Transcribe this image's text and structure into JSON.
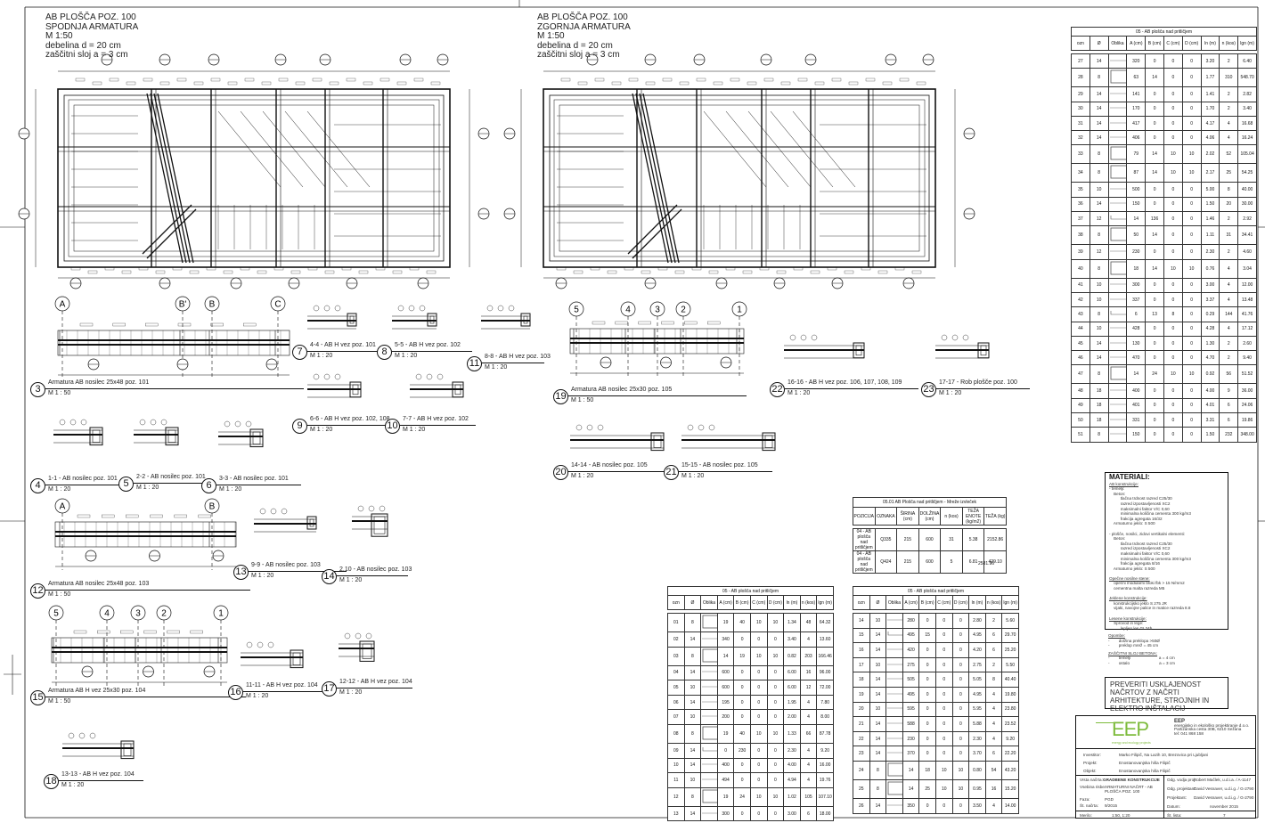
{
  "plans": [
    {
      "lines": [
        "AB PLOŠČA POZ. 100",
        "SPODNJA ARMATURA",
        "M 1:50",
        "debelina d = 20 cm",
        "zaščitni sloj a = 3 cm"
      ]
    },
    {
      "lines": [
        "AB PLOŠČA POZ. 100",
        "ZGORNJA ARMATURA",
        "M 1:50",
        "debelina d = 20 cm",
        "zaščitni sloj a = 3 cm"
      ]
    }
  ],
  "details": [
    {
      "num": "3",
      "title": "Armatura AB nosilec 25x48 poz. 101",
      "scale": "M   1 : 50"
    },
    {
      "num": "4",
      "title": "1-1 - AB nosilec poz. 101",
      "scale": "M   1 : 20"
    },
    {
      "num": "5",
      "title": "2-2 - AB nosilec poz. 101",
      "scale": "M   1 : 20"
    },
    {
      "num": "6",
      "title": "3-3 - AB nosilec poz. 101",
      "scale": "M   1 : 20"
    },
    {
      "num": "7",
      "title": "4-4 - AB H vez poz. 101",
      "scale": "M   1 : 20"
    },
    {
      "num": "8",
      "title": "5-5 - AB H vez poz. 102",
      "scale": "M   1 : 20"
    },
    {
      "num": "9",
      "title": "6-6 - AB H vez poz. 102, 108",
      "scale": "M   1 : 20"
    },
    {
      "num": "10",
      "title": "7-7 - AB H vez poz. 102",
      "scale": "M   1 : 20"
    },
    {
      "num": "11",
      "title": "8-8 - AB H vez poz. 103",
      "scale": "M   1 : 20"
    },
    {
      "num": "12",
      "title": "Armatura AB nosilec 25x48 poz. 103",
      "scale": "M   1 : 50"
    },
    {
      "num": "13",
      "title": "9-9 - AB nosilec poz. 103",
      "scale": "M   1 : 20"
    },
    {
      "num": "14",
      "title": "2.10 - AB nosilec poz. 103",
      "scale": "M   1 : 20"
    },
    {
      "num": "15",
      "title": "Armatura AB H vez 25x30 poz. 104",
      "scale": "M   1 : 50"
    },
    {
      "num": "16",
      "title": "11-11 - AB H vez poz. 104",
      "scale": "M   1 : 20"
    },
    {
      "num": "17",
      "title": "12-12 - AB H vez poz. 104",
      "scale": "M   1 : 20"
    },
    {
      "num": "18",
      "title": "13-13 - AB H vez poz. 104",
      "scale": "M   1 : 20"
    },
    {
      "num": "19",
      "title": "Armatura AB nosilec 25x30 poz. 105",
      "scale": "M   1 : 50"
    },
    {
      "num": "20",
      "title": "14-14 - AB nosilec poz. 105",
      "scale": "M   1 : 20"
    },
    {
      "num": "21",
      "title": "15-15 - AB nosilec poz. 105",
      "scale": "M   1 : 20"
    },
    {
      "num": "22",
      "title": "16-16 - AB H vez poz. 106, 107, 108, 109",
      "scale": "M   1 : 20"
    },
    {
      "num": "23",
      "title": "17-17 - Rob plošče poz. 100",
      "scale": "M   1 : 20"
    }
  ],
  "axes": {
    "beam101": [
      "A",
      "B'",
      "B",
      "C"
    ],
    "beam103": [
      "A",
      "B"
    ],
    "beam104": [
      "5",
      "4",
      "3",
      "2",
      "1"
    ],
    "beam105": [
      "5",
      "4",
      "3",
      "2",
      "1"
    ]
  },
  "rebar_columns": [
    "ozn",
    "Ø",
    "Oblika",
    "A (cm)",
    "B (cm)",
    "C (cm)",
    "D (cm)",
    "ln (m)",
    "n (kos)",
    "lgn (m)"
  ],
  "rebar_tables": [
    {
      "title": "05 - AB plošča nad pritličjem",
      "rows": [
        [
          "01",
          "8",
          "stirrup",
          "19",
          "40",
          "10",
          "10",
          "1.34",
          "48",
          "64.32"
        ],
        [
          "02",
          "14",
          "bar",
          "340",
          "0",
          "0",
          "0",
          "3.40",
          "4",
          "13.60"
        ],
        [
          "03",
          "8",
          "stirrup",
          "14",
          "19",
          "10",
          "10",
          "0.82",
          "203",
          "166.46"
        ],
        [
          "04",
          "14",
          "bar",
          "600",
          "0",
          "0",
          "0",
          "6.00",
          "16",
          "96.00"
        ],
        [
          "05",
          "10",
          "bar",
          "600",
          "0",
          "0",
          "0",
          "6.00",
          "12",
          "72.00"
        ],
        [
          "06",
          "14",
          "bar",
          "195",
          "0",
          "0",
          "0",
          "1.95",
          "4",
          "7.80"
        ],
        [
          "07",
          "10",
          "bar",
          "200",
          "0",
          "0",
          "0",
          "2.00",
          "4",
          "8.00"
        ],
        [
          "08",
          "8",
          "stirrup",
          "19",
          "40",
          "10",
          "10",
          "1.33",
          "66",
          "87.78"
        ],
        [
          "09",
          "14",
          "hook",
          "0",
          "230",
          "0",
          "0",
          "2.30",
          "4",
          "9.20"
        ],
        [
          "10",
          "14",
          "bar",
          "400",
          "0",
          "0",
          "0",
          "4.00",
          "4",
          "16.00"
        ],
        [
          "11",
          "10",
          "bar",
          "494",
          "0",
          "0",
          "0",
          "4.94",
          "4",
          "19.76"
        ],
        [
          "12",
          "8",
          "stirrup",
          "19",
          "24",
          "10",
          "10",
          "1.02",
          "105",
          "107.10"
        ],
        [
          "13",
          "14",
          "bar",
          "300",
          "0",
          "0",
          "0",
          "3.00",
          "6",
          "18.00"
        ]
      ]
    },
    {
      "title": "05 - AB plošča nad pritličjem",
      "rows": [
        [
          "14",
          "10",
          "bar",
          "280",
          "0",
          "0",
          "0",
          "2.80",
          "2",
          "5.60"
        ],
        [
          "15",
          "14",
          "hook",
          "495",
          "15",
          "0",
          "0",
          "4.95",
          "6",
          "29.70"
        ],
        [
          "16",
          "14",
          "bar",
          "420",
          "0",
          "0",
          "0",
          "4.20",
          "6",
          "25.20"
        ],
        [
          "17",
          "10",
          "bar",
          "275",
          "0",
          "0",
          "0",
          "2.75",
          "2",
          "5.50"
        ],
        [
          "18",
          "14",
          "bar",
          "505",
          "0",
          "0",
          "0",
          "5.05",
          "8",
          "40.40"
        ],
        [
          "19",
          "14",
          "bar",
          "495",
          "0",
          "0",
          "0",
          "4.95",
          "4",
          "19.80"
        ],
        [
          "20",
          "10",
          "bar",
          "595",
          "0",
          "0",
          "0",
          "5.95",
          "4",
          "23.80"
        ],
        [
          "21",
          "14",
          "bar",
          "588",
          "0",
          "0",
          "0",
          "5.88",
          "4",
          "23.52"
        ],
        [
          "22",
          "14",
          "bar",
          "230",
          "0",
          "0",
          "0",
          "2.30",
          "4",
          "9.20"
        ],
        [
          "23",
          "14",
          "bar",
          "370",
          "0",
          "0",
          "0",
          "3.70",
          "6",
          "22.20"
        ],
        [
          "24",
          "8",
          "stirrup",
          "14",
          "18",
          "10",
          "10",
          "0.80",
          "54",
          "43.20"
        ],
        [
          "25",
          "8",
          "stirrup",
          "14",
          "25",
          "10",
          "10",
          "0.95",
          "16",
          "15.20"
        ],
        [
          "26",
          "14",
          "bar",
          "350",
          "0",
          "0",
          "0",
          "3.50",
          "4",
          "14.00"
        ]
      ]
    },
    {
      "title": "05 - AB plošča nad pritličjem",
      "rows": [
        [
          "27",
          "14",
          "bar",
          "320",
          "0",
          "0",
          "0",
          "3.20",
          "2",
          "6.40"
        ],
        [
          "28",
          "8",
          "stirrup",
          "63",
          "14",
          "0",
          "0",
          "1.77",
          "310",
          "548.70"
        ],
        [
          "29",
          "14",
          "bar",
          "141",
          "0",
          "0",
          "0",
          "1.41",
          "2",
          "2.82"
        ],
        [
          "30",
          "14",
          "bar",
          "170",
          "0",
          "0",
          "0",
          "1.70",
          "2",
          "3.40"
        ],
        [
          "31",
          "14",
          "bar",
          "417",
          "0",
          "0",
          "0",
          "4.17",
          "4",
          "16.68"
        ],
        [
          "32",
          "14",
          "bar",
          "406",
          "0",
          "0",
          "0",
          "4.06",
          "4",
          "16.24"
        ],
        [
          "33",
          "8",
          "stirrup",
          "79",
          "14",
          "10",
          "10",
          "2.02",
          "52",
          "105.04"
        ],
        [
          "34",
          "8",
          "stirrup",
          "87",
          "14",
          "10",
          "10",
          "2.17",
          "25",
          "54.25"
        ],
        [
          "35",
          "10",
          "bar",
          "500",
          "0",
          "0",
          "0",
          "5.00",
          "8",
          "40.00"
        ],
        [
          "36",
          "14",
          "bar",
          "150",
          "0",
          "0",
          "0",
          "1.50",
          "20",
          "30.00"
        ],
        [
          "37",
          "12",
          "hook",
          "14",
          "136",
          "0",
          "0",
          "1.46",
          "2",
          "2.92"
        ],
        [
          "38",
          "8",
          "stirrup",
          "50",
          "14",
          "0",
          "0",
          "1.11",
          "31",
          "34.41"
        ],
        [
          "39",
          "12",
          "bar",
          "230",
          "0",
          "0",
          "0",
          "2.30",
          "2",
          "4.60"
        ],
        [
          "40",
          "8",
          "stirrup",
          "18",
          "14",
          "10",
          "10",
          "0.76",
          "4",
          "3.04"
        ],
        [
          "41",
          "10",
          "bar",
          "300",
          "0",
          "0",
          "0",
          "3.00",
          "4",
          "12.00"
        ],
        [
          "42",
          "10",
          "bar",
          "337",
          "0",
          "0",
          "0",
          "3.37",
          "4",
          "13.48"
        ],
        [
          "43",
          "8",
          "hook",
          "6",
          "13",
          "8",
          "0",
          "0.29",
          "144",
          "41.76"
        ],
        [
          "44",
          "10",
          "bar",
          "428",
          "0",
          "0",
          "0",
          "4.28",
          "4",
          "17.12"
        ],
        [
          "45",
          "14",
          "bar",
          "130",
          "0",
          "0",
          "0",
          "1.30",
          "2",
          "2.60"
        ],
        [
          "46",
          "14",
          "bar",
          "470",
          "0",
          "0",
          "0",
          "4.70",
          "2",
          "9.40"
        ],
        [
          "47",
          "8",
          "stirrup",
          "14",
          "24",
          "10",
          "10",
          "0.92",
          "56",
          "51.52"
        ],
        [
          "48",
          "18",
          "bar",
          "400",
          "0",
          "0",
          "0",
          "4.00",
          "9",
          "36.00"
        ],
        [
          "49",
          "18",
          "bar",
          "401",
          "0",
          "0",
          "0",
          "4.01",
          "6",
          "24.06"
        ],
        [
          "50",
          "18",
          "bar",
          "331",
          "0",
          "0",
          "0",
          "3.31",
          "6",
          "19.86"
        ],
        [
          "51",
          "8",
          "bar",
          "150",
          "0",
          "0",
          "0",
          "1.50",
          "232",
          "348.00"
        ]
      ]
    }
  ],
  "mesh_table": {
    "title": "05.01 AB Plošča nad pritličjem - Mreže izvleček",
    "columns": [
      "POZICIJA",
      "OZNAKA",
      "ŠIRINA (cm)",
      "DOLŽINA (cm)",
      "n (kos)",
      "TEŽA ENOTE (kg/m2)",
      "TEŽA (kg)"
    ],
    "rows": [
      [
        "04 - AB plošča nad pritličjem",
        "Q335",
        "215",
        "600",
        "31",
        "5.38",
        "2152.86"
      ],
      [
        "04 - AB plošča nad pritličjem",
        "Q424",
        "215",
        "600",
        "5",
        "6.81",
        "429.10"
      ]
    ],
    "total": "2581.96"
  },
  "materials": {
    "title": "MATERIALI:",
    "lines": [
      {
        "u": "AB konstrukcije:"
      },
      "- temelji:",
      "    Beton:",
      "          tlačna trdnost razred C25/30",
      "          razred izpostavljenosti XC2",
      "          maksimalni faktor V/C 0,60",
      "          minimalna količina cementa 300 kg/m3",
      "          frakcija agregata 16/32",
      "    Armaturno jeklo: S 500",
      " ",
      "- plošče, nosilci, zidovi vertikalni elementi:",
      "    Beton:",
      "          tlačna trdnost razred C25/30",
      "          razred izpostavljenosti XC2",
      "          maksimalni faktor V/C 0,60",
      "          minimalna količina cementa 300 kg/m3",
      "          frakcija agregata 8/16",
      "    Armaturno jeklo: S 500",
      " ",
      {
        "u": "Opečne nosilne stene:"
      },
      "    opečni modularni bloki fbk > 15 N/mm2",
      "    cementna malta razreda M5",
      " ",
      {
        "u": "Jeklene konstrukcije:"
      },
      "    konstrukcijsko jeklo S 275 JR",
      "    vijaki, navojne palice in matice razreda 8.8",
      " ",
      {
        "u": "Lesene konstrukcije:"
      },
      "    Sprovod in lege:",
      "          lepljen les GL24h"
    ]
  },
  "notes": {
    "title": "Opombe:",
    "lines": [
      "-        dolžina preklopa >50Ø",
      "-        preklop mrež = 45 cm"
    ],
    "cover_title": "ZAŠČITNI SLOJ BETONA:",
    "cover": [
      "-        temelji                         a = 4 cm",
      "-        ostalo                          a = 3 cm"
    ]
  },
  "warning": "PREVERITI USKLAJENOST NAČRTOV Z NAČRTI ARHITEKTURE, STROJNIH IN ELEKTRO INŠTALACIJ",
  "title_block": {
    "logo": "EEP",
    "logo_sub": "energy and ecology projects",
    "company": [
      "EEP",
      "energijsko in ekološko projektiranje d.o.o.",
      "Partizanska cesta 30B, 6210 Sežana",
      "tel: 041 868 158"
    ],
    "investitor_label": "Investitor:",
    "investitor": "Marko Filipič, Na Lazih 10, Brezovica pri Ljubljani",
    "projekt_label": "Projekt:",
    "projekt": "Enostanovanjska hiša Filipič",
    "objekt_label": "Objekt:",
    "objekt": "Enostanovanjska hiša Filipič",
    "vrsta_label": "Vrsta načrta:",
    "vrsta": "GRADBENE KONSTRUKCIJE",
    "vsebina_label": "Vsebina risbe:",
    "vsebina": "ARMATURNI NAČRT - AB PLOŠČA POZ. 100",
    "faza_label": "Faza:",
    "faza": "PGD",
    "st_nacrta_label": "Št. načrta:",
    "st_nacrta": "9/2015",
    "merilo_label": "Merilo:",
    "merilo": "1:50, 1:20",
    "vodja_label": "Odg. vodja proj.:",
    "vodja": "Robert Mačlek, u.d.i.a. / A-1147",
    "odg_proj_label": "Odg. projektant:",
    "odg_proj": "David Vesnaver, u.d.i.g. / G-2790",
    "projektant_label": "Projektant:",
    "projektant": "David Vesnaver, u.d.i.g. / G-2790",
    "datum_label": "Datum:",
    "datum": "november 2015",
    "st_lista_label": "Št. lista:",
    "st_lista": "7"
  },
  "colors": {
    "line": "#111111",
    "logo": "#7dbb3c"
  }
}
